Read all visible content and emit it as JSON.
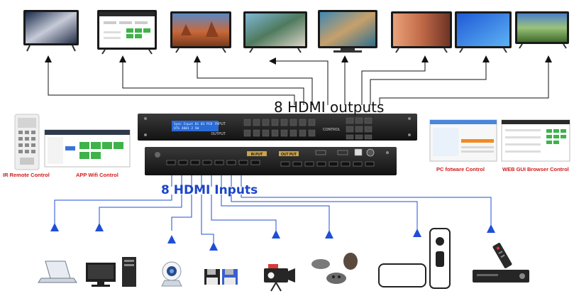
{
  "labels": {
    "outputs_title": "8 HDMI outputs",
    "inputs_title": "8 HDMI Inputs"
  },
  "matrix_front": {
    "input_label": "INPUT",
    "output_label": "OUTPUT",
    "control_label": "CONTROL",
    "lcd_line1": "Sync Input 01 03 PCB",
    "lcd_line2": "UTS 4001 2 SW"
  },
  "matrix_rear": {
    "in_put_label": "IN PUT",
    "out_put_label": "OUT PUT"
  },
  "control_methods": [
    {
      "id": "ir",
      "label": "IR Remote Control"
    },
    {
      "id": "app",
      "label": "APP Wifi Control"
    },
    {
      "id": "pc",
      "label": "PC fotware Control"
    },
    {
      "id": "web",
      "label": "WEB GUI Browser Control"
    }
  ],
  "colors": {
    "inputs_line": "#1f4fd6",
    "outputs_line": "#111111",
    "control_label": "#d11a1a",
    "device_body": "#1b1b1b"
  },
  "output_displays": [
    "galaxy-tv",
    "web-gui-monitor",
    "canyon-tv",
    "coast-tv",
    "aerial-tv",
    "sunset-tv",
    "blue-tv",
    "landscape-tv"
  ],
  "input_sources": [
    "laptop-icon",
    "pc-tower-icon",
    "webcam-icon",
    "floppy-icon",
    "camcorder-icon",
    "gamepad-icon",
    "media-box-icon",
    "set-top-box-icon"
  ]
}
